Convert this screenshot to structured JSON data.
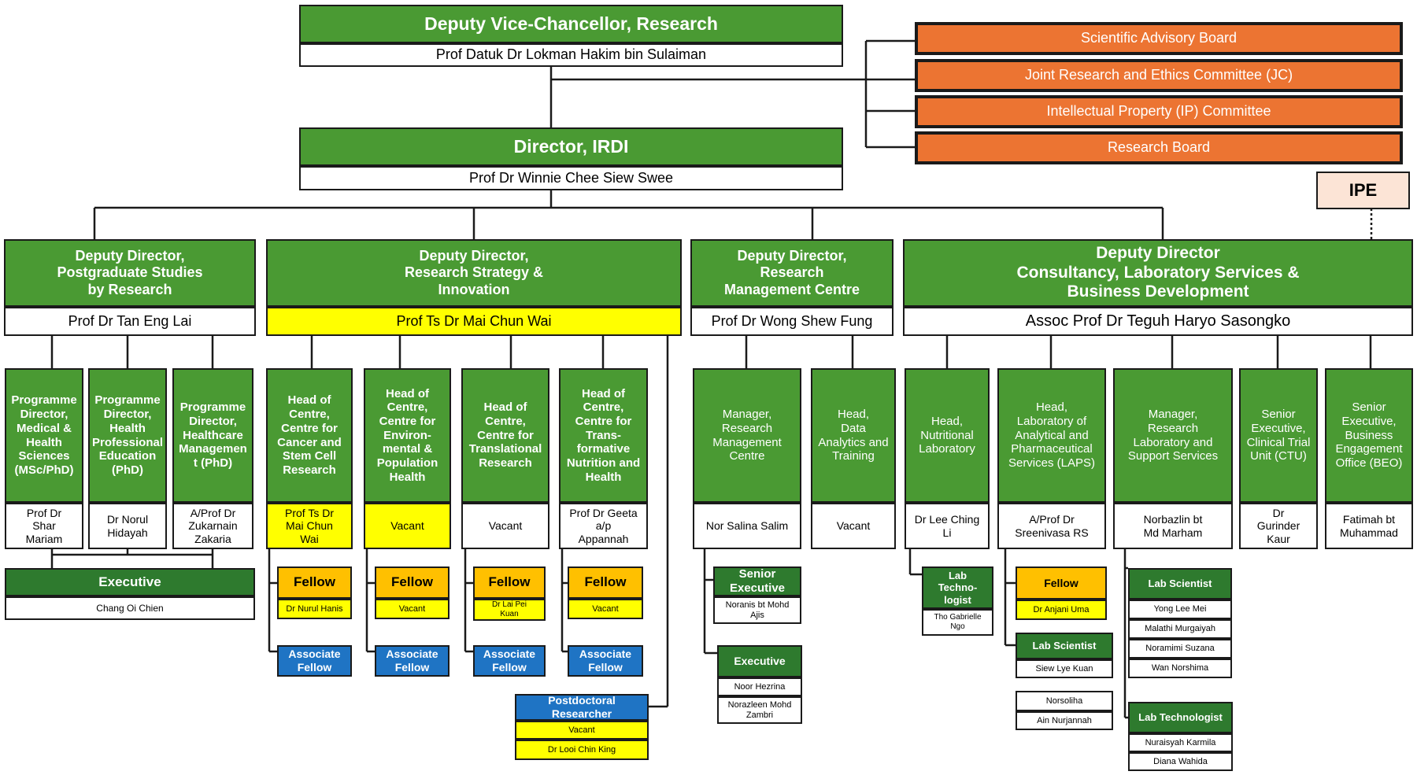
{
  "colors": {
    "green": "#4a9a33",
    "dark_green": "#2e7a2e",
    "orange": "#ec7432",
    "yellow": "#ffff00",
    "gold": "#ffc000",
    "blue": "#1f74c4",
    "pink": "#fce4d6"
  },
  "top": {
    "dvc_title": "Deputy Vice-Chancellor, Research",
    "dvc_name": "Prof Datuk Dr Lokman Hakim bin Sulaiman",
    "director_title": "Director, IRDI",
    "director_name": "Prof Dr Winnie Chee Siew Swee",
    "committees": [
      "Scientific Advisory Board",
      "Joint Research and Ethics Committee (JC)",
      "Intellectual Property (IP) Committee",
      "Research Board"
    ],
    "ipe": "IPE"
  },
  "deputies": {
    "pgs": {
      "title": "Deputy Director,\nPostgraduate Studies\nby Research",
      "name": "Prof Dr Tan Eng Lai"
    },
    "rsi": {
      "title": "Deputy Director,\nResearch Strategy &\nInnovation",
      "name": "Prof Ts Dr Mai Chun Wai"
    },
    "rmc": {
      "title": "Deputy Director,\nResearch\nManagement Centre",
      "name": "Prof Dr Wong Shew Fung"
    },
    "clb": {
      "title": "Deputy Director\nConsultancy, Laboratory Services &\nBusiness Development",
      "name": "Assoc Prof Dr Teguh Haryo Sasongko"
    }
  },
  "units": {
    "pd1": {
      "title": "Programme\nDirector,\nMedical &\nHealth\nSciences\n(MSc/PhD)",
      "name": "Prof Dr\nShar\nMariam"
    },
    "pd2": {
      "title": "Programme\nDirector,\nHealth\nProfessional\nEducation\n(PhD)",
      "name": "Dr Norul\nHidayah"
    },
    "pd3": {
      "title": "Programme\nDirector,\nHealthcare\nManagemen\nt (PhD)",
      "name": "A/Prof Dr\nZukarnain\nZakaria"
    },
    "hc1": {
      "title": "Head of\nCentre,\nCentre for\nCancer and\nStem Cell\nResearch",
      "name": "Prof Ts Dr\nMai Chun\nWai"
    },
    "hc2": {
      "title": "Head of\nCentre,\nCentre for\nEnviron-\nmental &\nPopulation\nHealth",
      "name": "Vacant"
    },
    "hc3": {
      "title": "Head of\nCentre,\nCentre for\nTranslational\nResearch",
      "name": "Vacant"
    },
    "hc4": {
      "title": "Head of\nCentre,\nCentre for\nTrans-\nformative\nNutrition and\nHealth",
      "name": "Prof Dr Geeta\na/p\nAppannah"
    },
    "mrm": {
      "title": "Manager,\nResearch\nManagement\nCentre",
      "name": "Nor Salina Salim"
    },
    "hda": {
      "title": "Head,\nData\nAnalytics and\nTraining",
      "name": "Vacant"
    },
    "hnl": {
      "title": "Head,\nNutritional\nLaboratory",
      "name": "Dr Lee Ching\nLi"
    },
    "hlaps": {
      "title": "Head,\nLaboratory of\nAnalytical and\nPharmaceutical\nServices (LAPS)",
      "name": "A/Prof Dr\nSreenivasa RS"
    },
    "mrl": {
      "title": "Manager,\nResearch\nLaboratory and\nSupport Services",
      "name": "Norbazlin bt\nMd Marham"
    },
    "ctu": {
      "title": "Senior\nExecutive,\nClinical Trial\nUnit (CTU)",
      "name": "Dr\nGurinder\nKaur"
    },
    "beo": {
      "title": "Senior\nExecutive,\nBusiness\nEngagement\nOffice (BEO)",
      "name": "Fatimah bt\nMuhammad"
    }
  },
  "pgs_exec": {
    "title": "Executive",
    "name": "Chang Oi Chien"
  },
  "fellows": {
    "label": "Fellow",
    "assoc_label": "Associate\nFellow",
    "f1": "Dr Nurul Hanis",
    "f2": "Vacant",
    "f3": "Dr Lai Pei\nKuan",
    "f4": "Vacant"
  },
  "postdoc": {
    "title": "Postdoctoral Researcher",
    "names": [
      "Vacant",
      "Dr Looi Chin King"
    ]
  },
  "rmc_staff": {
    "senior_exec": "Senior\nExecutive",
    "senior_exec_name": "Noranis bt Mohd\nAjis",
    "exec": "Executive",
    "exec_names": [
      "Noor Hezrina",
      "Norazleen Mohd\nZambri"
    ]
  },
  "lab_staff": {
    "tech_title": "Lab\nTechno-\nlogist",
    "tech_name": "Tho Gabrielle\nNgo",
    "laps_fellow": "Fellow",
    "laps_fellow_name": "Dr Anjani Uma",
    "laps_sci_title": "Lab Scientist",
    "laps_sci_names": [
      "Siew Lye Kuan",
      "Norsoliha",
      "Ain Nurjannah"
    ],
    "mrl_sci_title": "Lab Scientist",
    "mrl_sci_names": [
      "Yong Lee Mei",
      "Malathi Murgaiyah",
      "Noramimi Suzana",
      "Wan Norshima"
    ],
    "mrl_tech_title": "Lab Technologist",
    "mrl_tech_names": [
      "Nuraisyah Karmila",
      "Diana Wahida"
    ]
  }
}
